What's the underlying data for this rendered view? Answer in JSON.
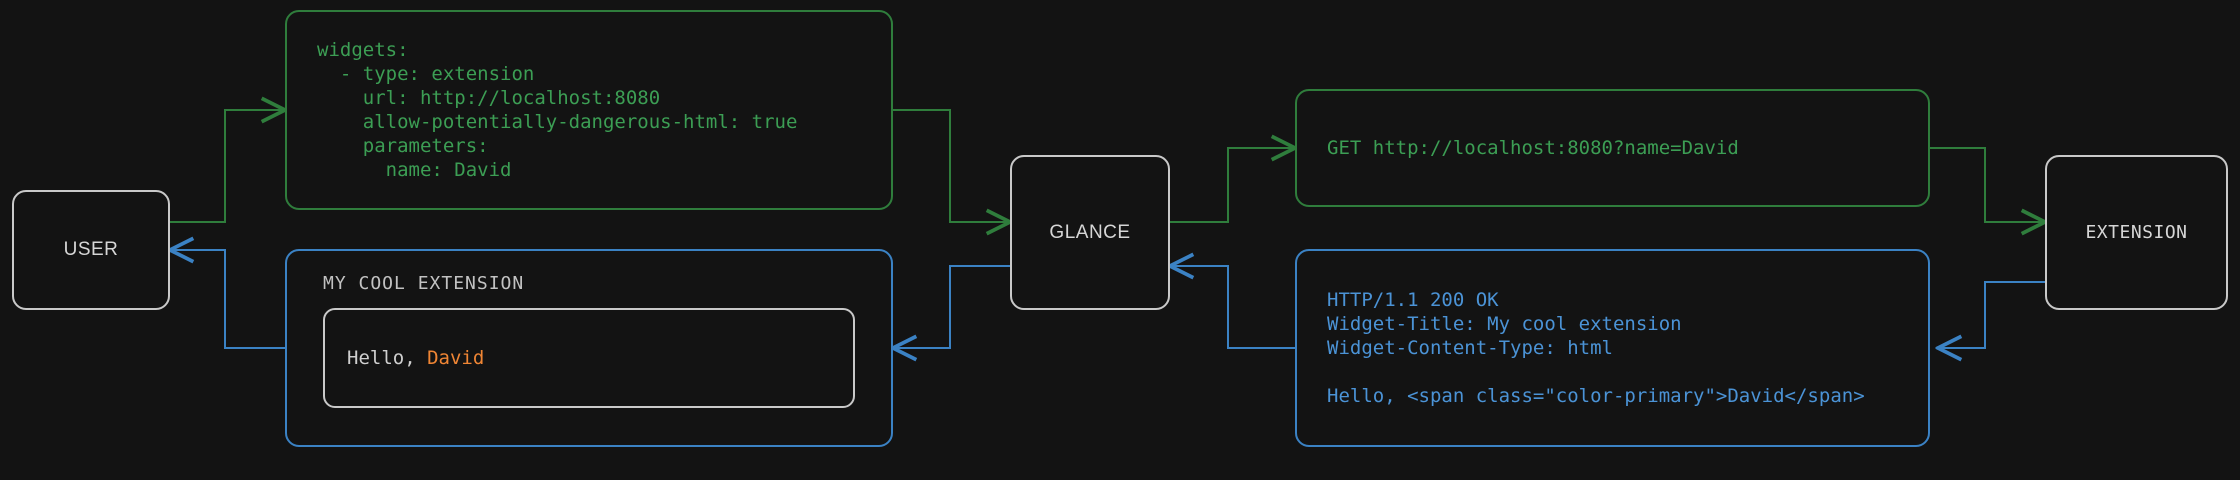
{
  "theme": {
    "background": "#131313",
    "node_border": "#c9c9c9",
    "node_label": "#d6d6d6",
    "request_green": "#3c9e54",
    "request_green_border": "#2f7d3c",
    "response_blue": "#4b93d6",
    "response_blue_border": "#3b82c4",
    "accent_orange": "#ef8534",
    "widget_text": "#cfcfcf"
  },
  "nodes": {
    "user": {
      "label": "USER"
    },
    "glance": {
      "label": "GLANCE"
    },
    "extension": {
      "label": "EXTENSION"
    }
  },
  "config_box": {
    "lines": [
      "widgets:",
      "  - type: extension",
      "    url: http://localhost:8080",
      "    allow-potentially-dangerous-html: true",
      "    parameters:",
      "      name: David"
    ]
  },
  "request_box": {
    "lines": [
      "GET http://localhost:8080?name=David"
    ]
  },
  "response_box": {
    "lines": [
      "HTTP/1.1 200 OK",
      "Widget-Title: My cool extension",
      "Widget-Content-Type: html",
      "",
      "Hello, <span class=\"color-primary\">David</span>"
    ]
  },
  "widget_preview": {
    "title": "MY COOL EXTENSION",
    "greeting": "Hello, ",
    "name": "David"
  },
  "connectors": [
    {
      "name": "user-to-config",
      "kind": "request",
      "color": "#2f7d3c"
    },
    {
      "name": "config-to-glance",
      "kind": "request",
      "color": "#2f7d3c"
    },
    {
      "name": "glance-to-request",
      "kind": "request",
      "color": "#2f7d3c"
    },
    {
      "name": "request-to-extension",
      "kind": "request",
      "color": "#2f7d3c"
    },
    {
      "name": "extension-to-response",
      "kind": "response",
      "color": "#3b82c4"
    },
    {
      "name": "response-to-glance",
      "kind": "response",
      "color": "#3b82c4"
    },
    {
      "name": "glance-to-widget",
      "kind": "response",
      "color": "#3b82c4"
    },
    {
      "name": "widget-to-user",
      "kind": "response",
      "color": "#3b82c4"
    }
  ]
}
